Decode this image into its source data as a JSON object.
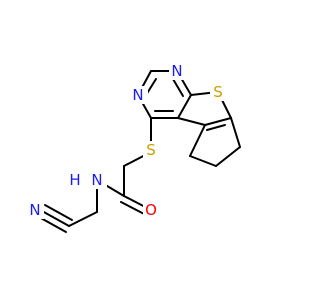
{
  "colors": {
    "background": "#ffffff",
    "bond": "#000000",
    "nitrogen": "#1c1cf0",
    "sulfur": "#c8a100",
    "oxygen": "#ff0000"
  },
  "atoms": {
    "n_pyrimidine_top": "N",
    "n_pyrimidine_left": "N",
    "s_thiophene": "S",
    "s_thioether": "S",
    "o_carbonyl": "O",
    "nh_amide": "N",
    "h_amide": "H",
    "n_nitrile": "N"
  }
}
